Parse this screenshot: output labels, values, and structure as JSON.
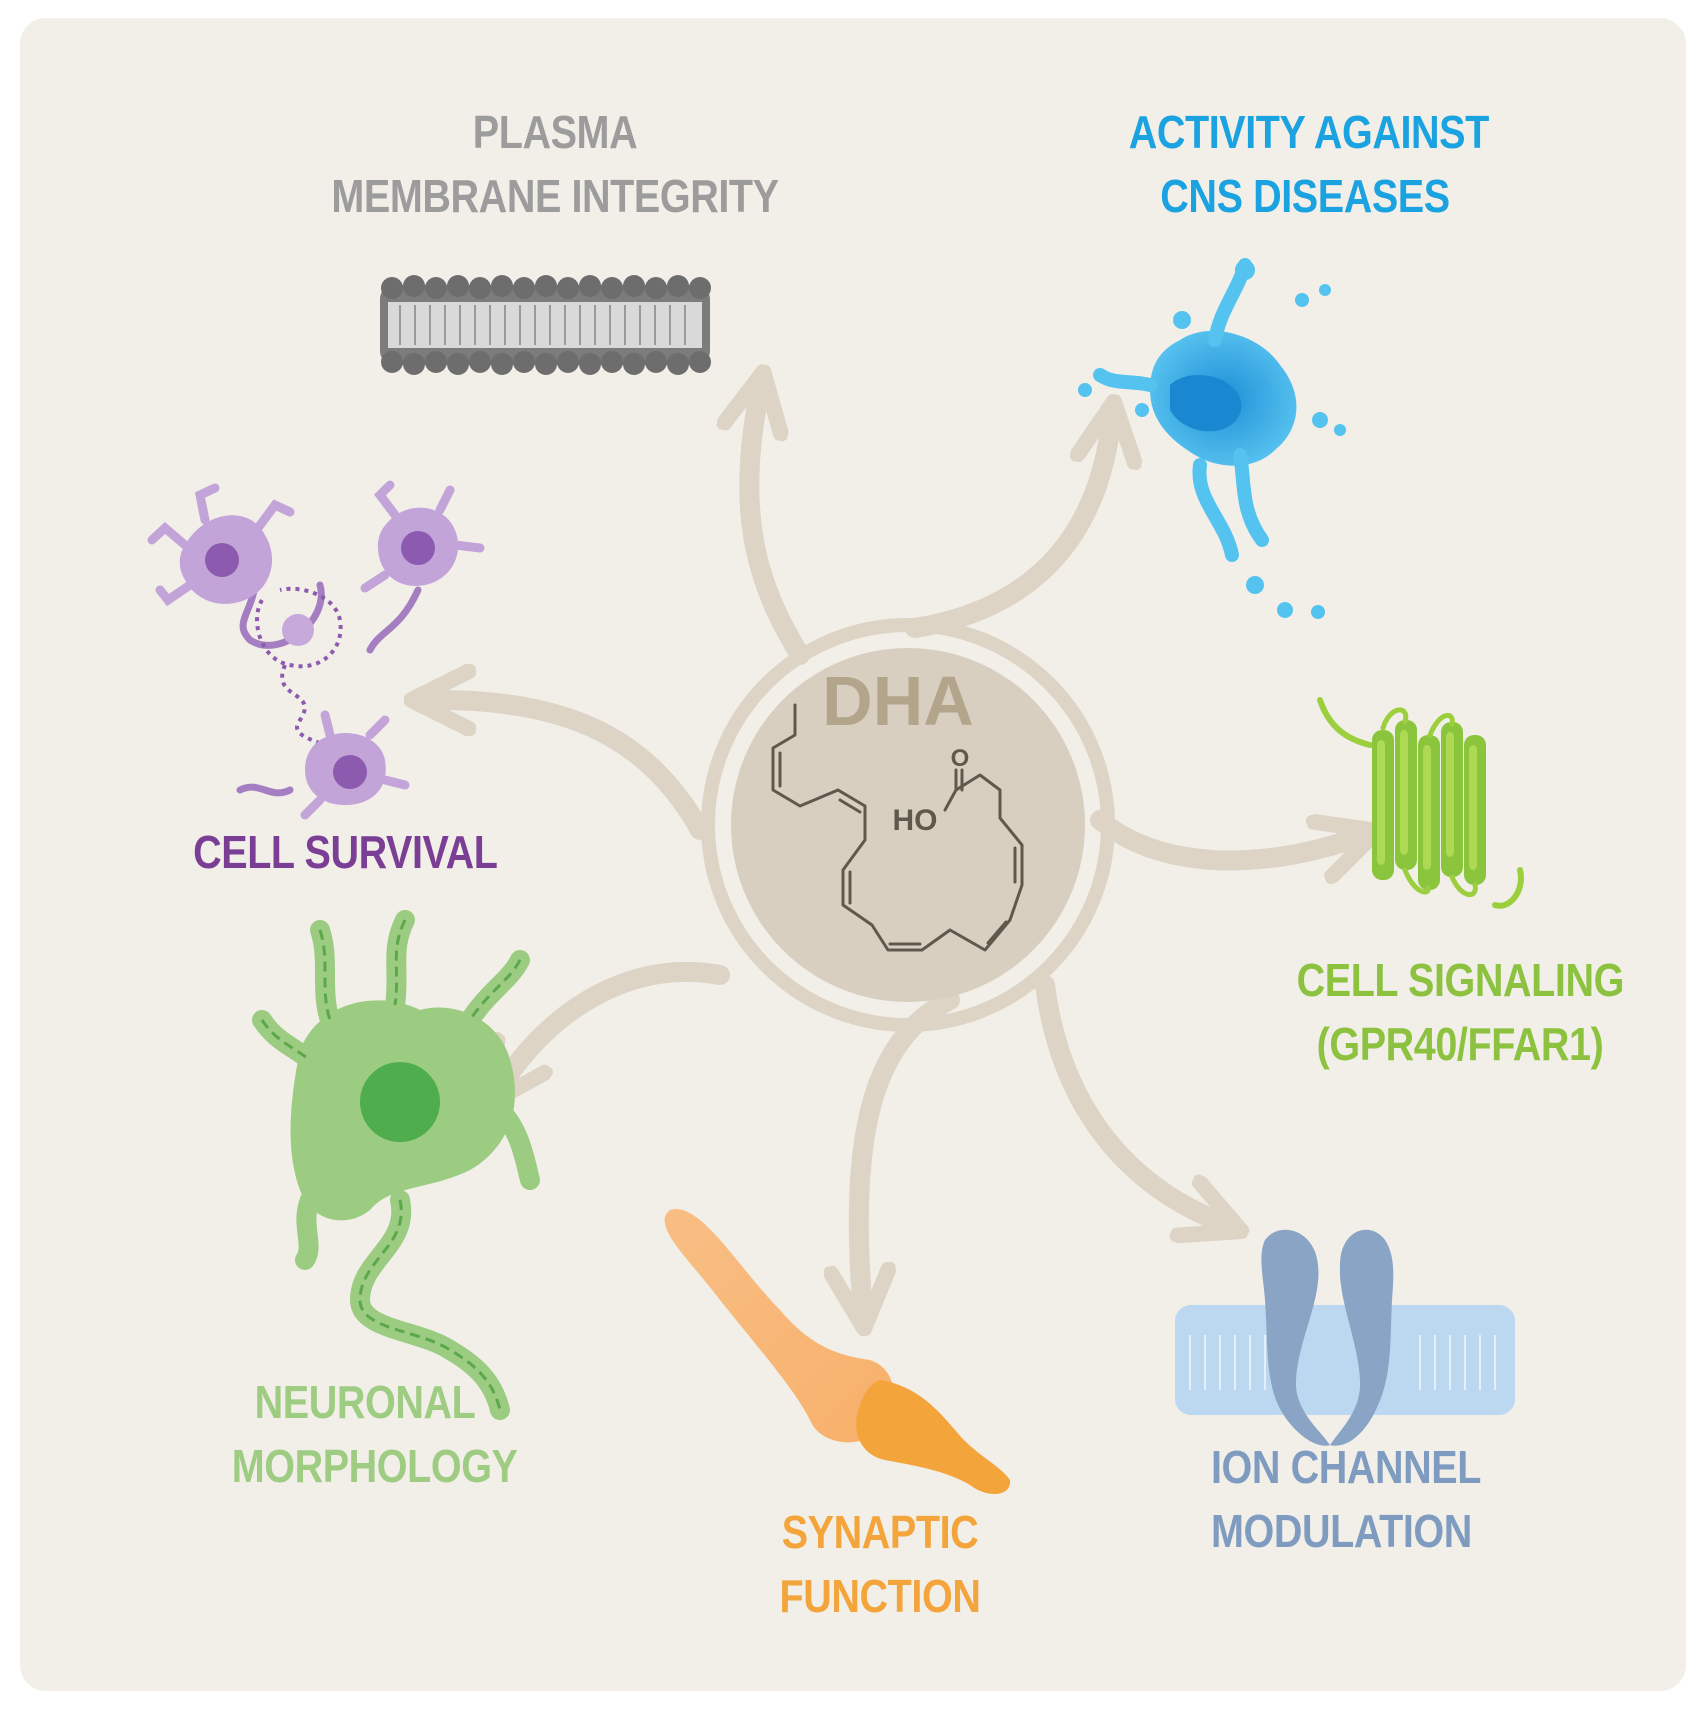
{
  "center": {
    "title": "DHA",
    "molecule_labels": {
      "oxygen": "O",
      "hydroxyl": "HO"
    }
  },
  "functions": [
    {
      "id": "plasma",
      "lines": [
        "PLASMA",
        "MEMBRANE INTEGRITY"
      ],
      "color": "#9c9c9c"
    },
    {
      "id": "cns",
      "lines": [
        "ACTIVITY AGAINST",
        "CNS DISEASES"
      ],
      "color": "#1aa3e0"
    },
    {
      "id": "survival",
      "lines": [
        "CELL SURVIVAL"
      ],
      "color": "#7a3f95"
    },
    {
      "id": "signaling",
      "lines": [
        "CELL SIGNALING",
        "(GPR40/FFAR1)"
      ],
      "color": "#8cc23f"
    },
    {
      "id": "morphology",
      "lines": [
        "NEURONAL",
        "MORPHOLOGY"
      ],
      "color": "#9dcc82"
    },
    {
      "id": "synaptic",
      "lines": [
        "SYNAPTIC",
        "FUNCTION"
      ],
      "color": "#f3a43a"
    },
    {
      "id": "ion",
      "lines": [
        "ION CHANNEL",
        "MODULATION"
      ],
      "color": "#7f9cc0"
    }
  ],
  "colors": {
    "background": "#f2efe9",
    "arrows": "#ddd4c6",
    "center_fill": "#d8cfc0",
    "center_text": "#b3a58c",
    "molecule": "#5f584c"
  }
}
